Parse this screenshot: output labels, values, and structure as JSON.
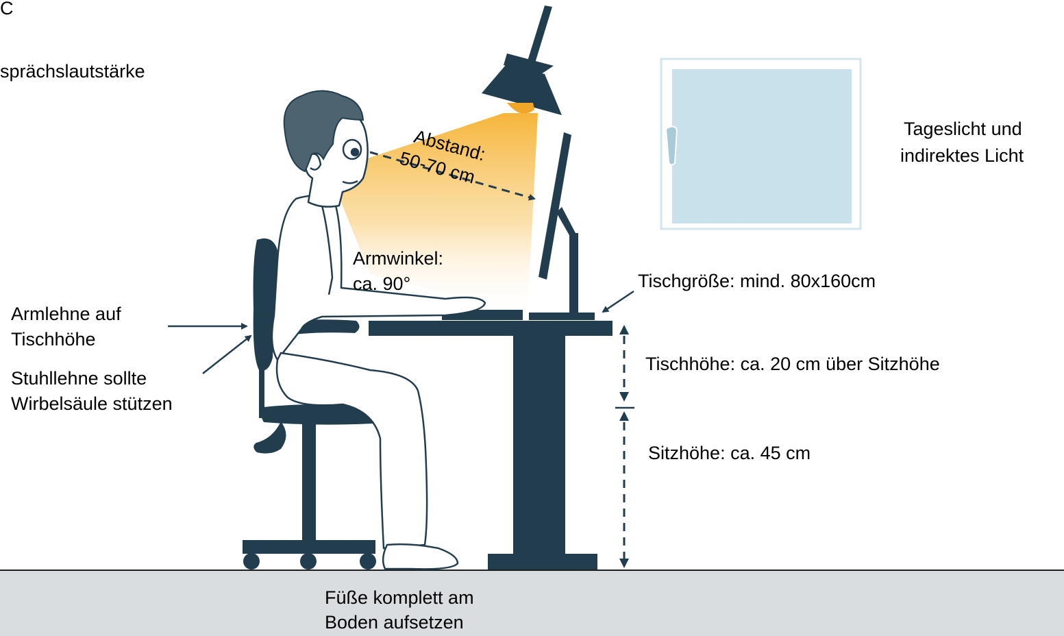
{
  "fragments": {
    "top_left_1": "C",
    "top_left_2": "sprächslautstärke"
  },
  "labels": {
    "distance_1": "Abstand:",
    "distance_2": "50-70 cm",
    "arm_angle_1": "Armwinkel:",
    "arm_angle_2": "ca. 90°",
    "armrest_1": "Armlehne auf",
    "armrest_2": "Tischhöhe",
    "backrest_1": "Stuhllehne sollte",
    "backrest_2": "Wirbelsäule stützen",
    "daylight_1": "Tageslicht und",
    "daylight_2": "indirektes Licht",
    "desk_size": "Tischgröße: mind. 80x160cm",
    "desk_height": "Tischhöhe: ca. 20 cm über Sitzhöhe",
    "seat_height": "Sitzhöhe: ca. 45 cm",
    "feet_1": "Füße komplett am",
    "feet_2": "Boden aufsetzen"
  },
  "colors": {
    "furniture": "#223d4d",
    "hair": "#4d6470",
    "lamp_bulb": "#f0a628",
    "light_cone": "#f6b53a",
    "window_glass": "#c9e1ea",
    "window_frame": "#d3e6ec",
    "floor": "#d9dde0"
  }
}
